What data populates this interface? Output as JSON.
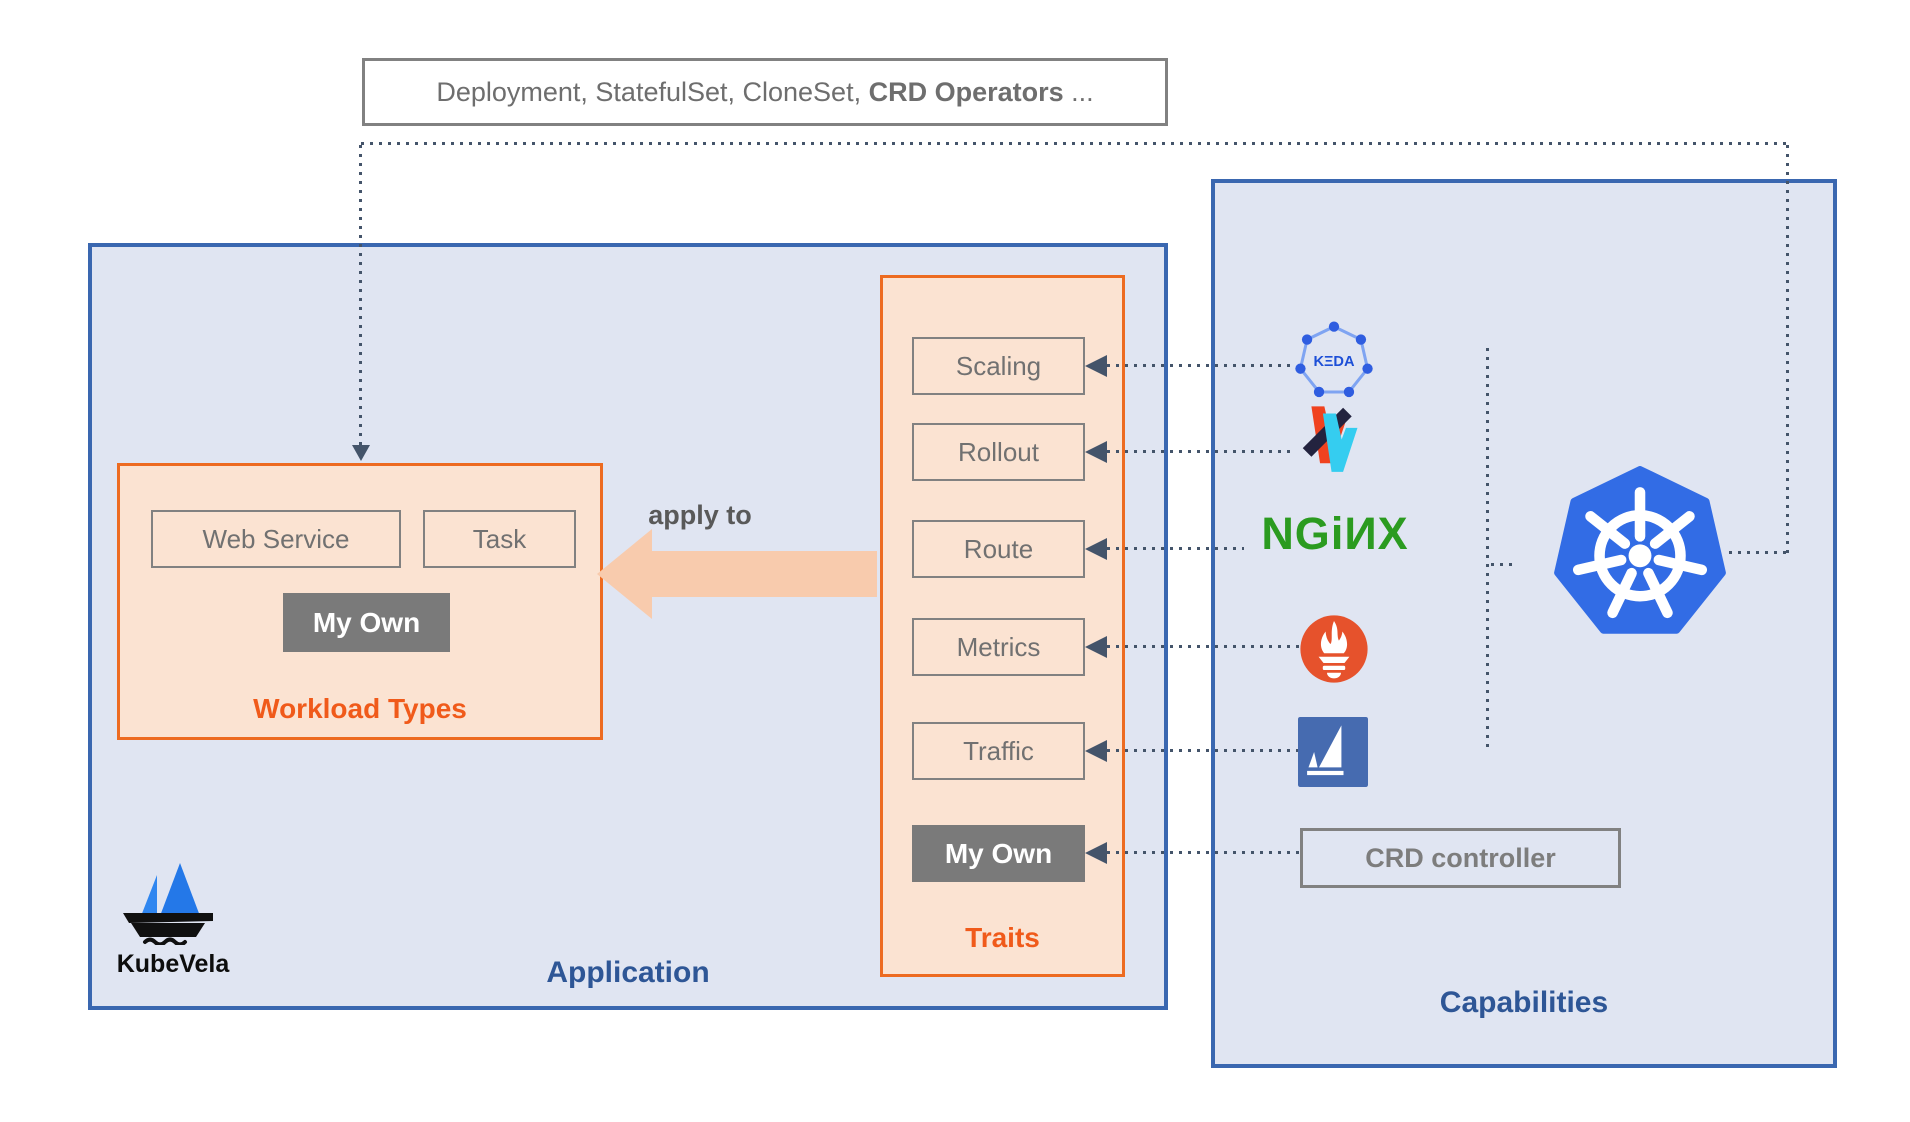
{
  "top_box": {
    "text_regular": "Deployment, StatefulSet, CloneSet, ",
    "text_bold": "CRD Operators",
    "text_suffix": " ..."
  },
  "application": {
    "label": "Application",
    "apply_to_label": "apply to",
    "logo_text": "KubeVela",
    "workload_types": {
      "label": "Workload Types",
      "items": [
        {
          "label": "Web Service",
          "style": "outline"
        },
        {
          "label": "Task",
          "style": "outline"
        },
        {
          "label": "My Own",
          "style": "solid"
        }
      ]
    },
    "traits": {
      "label": "Traits",
      "items": [
        {
          "label": "Scaling",
          "style": "outline"
        },
        {
          "label": "Rollout",
          "style": "outline"
        },
        {
          "label": "Route",
          "style": "outline"
        },
        {
          "label": "Metrics",
          "style": "outline"
        },
        {
          "label": "Traffic",
          "style": "outline"
        },
        {
          "label": "My Own",
          "style": "solid"
        }
      ]
    }
  },
  "capabilities": {
    "label": "Capabilities",
    "crd_controller_label": "CRD controller",
    "logos": {
      "keda_text": "KΞDA",
      "nginx_text": "NGiИX",
      "icon_names": [
        "keda-logo",
        "flagger-logo",
        "nginx-logo",
        "prometheus-logo",
        "istio-logo",
        "kubernetes-logo",
        "kubevela-logo"
      ]
    }
  },
  "colors": {
    "application_fill": "#e0e5f2",
    "application_border": "#3a67b0",
    "orange_border": "#ed6b21",
    "orange_fill": "#fbe3d2",
    "orange_label": "#f05a1a",
    "navy_connector": "#44546a",
    "blue_label": "#2e5696",
    "peach_arrow": "#f8cbad",
    "gray_solid_button": "#7a7a7a",
    "nginx_green": "#2b9b20",
    "prometheus_red": "#e6522c",
    "istio_blue": "#466bb0",
    "kubernetes_blue": "#326ce5",
    "keda_blue": "#2f5de0",
    "flagger_red": "#f0421f",
    "flagger_cyan": "#35cdf0",
    "flagger_dark": "#23233f"
  }
}
